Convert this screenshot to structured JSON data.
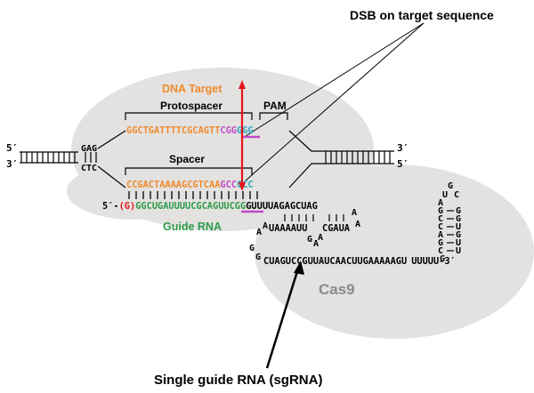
{
  "labels": {
    "dsb": "DSB on target sequence",
    "sgrna": "Single guide RNA (sgRNA)",
    "dna_target": "DNA Target",
    "protospacer": "Protospacer",
    "pam": "PAM",
    "spacer": "Spacer",
    "guide_rna": "Guide RNA",
    "cas9": "Cas9"
  },
  "dna": {
    "five_prime_left": "5′",
    "three_prime_left": "3′",
    "three_prime_right": "3′",
    "five_prime_right": "5′",
    "gag": "GAG",
    "ctc": "CTC",
    "top_protospacer": "GGCTGATTTTCGCAGTT",
    "top_cgg": "CGG",
    "top_ggg": "GGG",
    "bottom_spacer": "CCGACTAAAAGCGTCAA",
    "bottom_gcc": "GCC",
    "bottom_ccc": "CCC"
  },
  "rna": {
    "five_prime": "5′-",
    "g_cap": "(G)",
    "guide_main": "GGCUGAUUUUCGCAGUU",
    "guide_cgg": "CGG",
    "repeat": "GUUUUAGAGCUAG",
    "a1": "A",
    "a2": "A",
    "antirepeat": "UAAAAUU",
    "a3": "A",
    "a4": "A",
    "cgaua": "CGAUA",
    "g1": "G",
    "a5": "A",
    "a6": "A",
    "g2": "G",
    "g3": "G",
    "tail": "CUAGUCCGUUAUCAACUUGAAAAAGU",
    "three_prime_tail": "UUUUU-3′",
    "hairpin_top": "G",
    "hairpin_left": [
      "U",
      "A",
      "G",
      "C",
      "C",
      "A",
      "G",
      "C",
      "G"
    ],
    "hairpin_right": [
      "C",
      "G",
      "G",
      "U",
      "G",
      "U",
      "U"
    ]
  },
  "colors": {
    "orange": "#f08a2c",
    "green": "#2e9a4a",
    "magenta": "#c04ac8",
    "cyan": "#2aa6c4",
    "red_arrow": "#e8131a",
    "cas9_fill": "#e3e2e0",
    "cas9_label": "#8a8a8a"
  }
}
